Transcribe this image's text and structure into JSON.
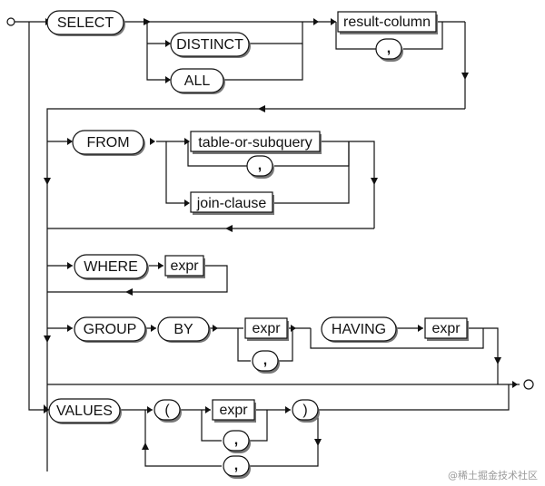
{
  "diagram": {
    "select": {
      "select_kw": "SELECT",
      "distinct_kw": "DISTINCT",
      "all_kw": "ALL",
      "result_column": "result-column",
      "comma": ","
    },
    "from": {
      "from_kw": "FROM",
      "table_or_subquery": "table-or-subquery",
      "comma": ",",
      "join_clause": "join-clause"
    },
    "where": {
      "where_kw": "WHERE",
      "expr": "expr"
    },
    "group": {
      "group_kw": "GROUP",
      "by_kw": "BY",
      "expr": "expr",
      "comma": ",",
      "having_kw": "HAVING",
      "having_expr": "expr"
    },
    "values": {
      "values_kw": "VALUES",
      "lparen": "(",
      "expr": "expr",
      "comma_inner": ",",
      "rparen": ")",
      "comma_outer": ","
    }
  },
  "watermark": "@稀土掘金技术社区"
}
